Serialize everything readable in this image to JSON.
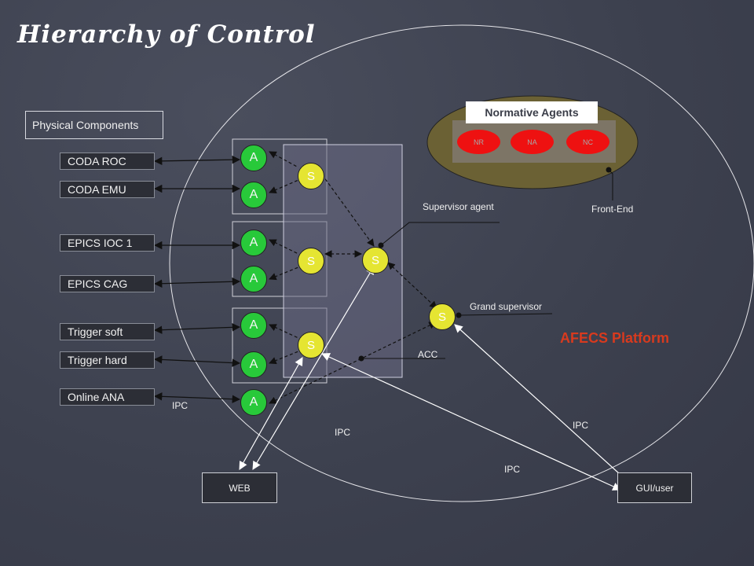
{
  "title": "Hierarchy of Control",
  "physical_components": {
    "title": "Physical Components",
    "items": [
      "CODA ROC",
      "CODA EMU",
      "EPICS IOC 1",
      "EPICS CAG",
      "Trigger soft",
      "Trigger hard",
      "Online ANA"
    ]
  },
  "agent_label": "A",
  "supervisor_label": "S",
  "normative": {
    "title": "Normative Agents",
    "agents": [
      "NR",
      "NA",
      "NC"
    ]
  },
  "labels": {
    "supervisor_agent": "Supervisor agent",
    "front_end": "Front-End",
    "grand_supervisor": "Grand supervisor",
    "acc": "ACC",
    "platform": "AFECS Platform",
    "ipc": "IPC"
  },
  "boxes": {
    "web": "WEB",
    "gui": "GUI/user"
  },
  "colors": {
    "background": "#3d414f",
    "agent": "#28c93a",
    "supervisor": "#e5e532",
    "normative_agent": "#ee1111",
    "normative_ellipse": "#6b6134",
    "platform_text": "#d83a1e"
  }
}
